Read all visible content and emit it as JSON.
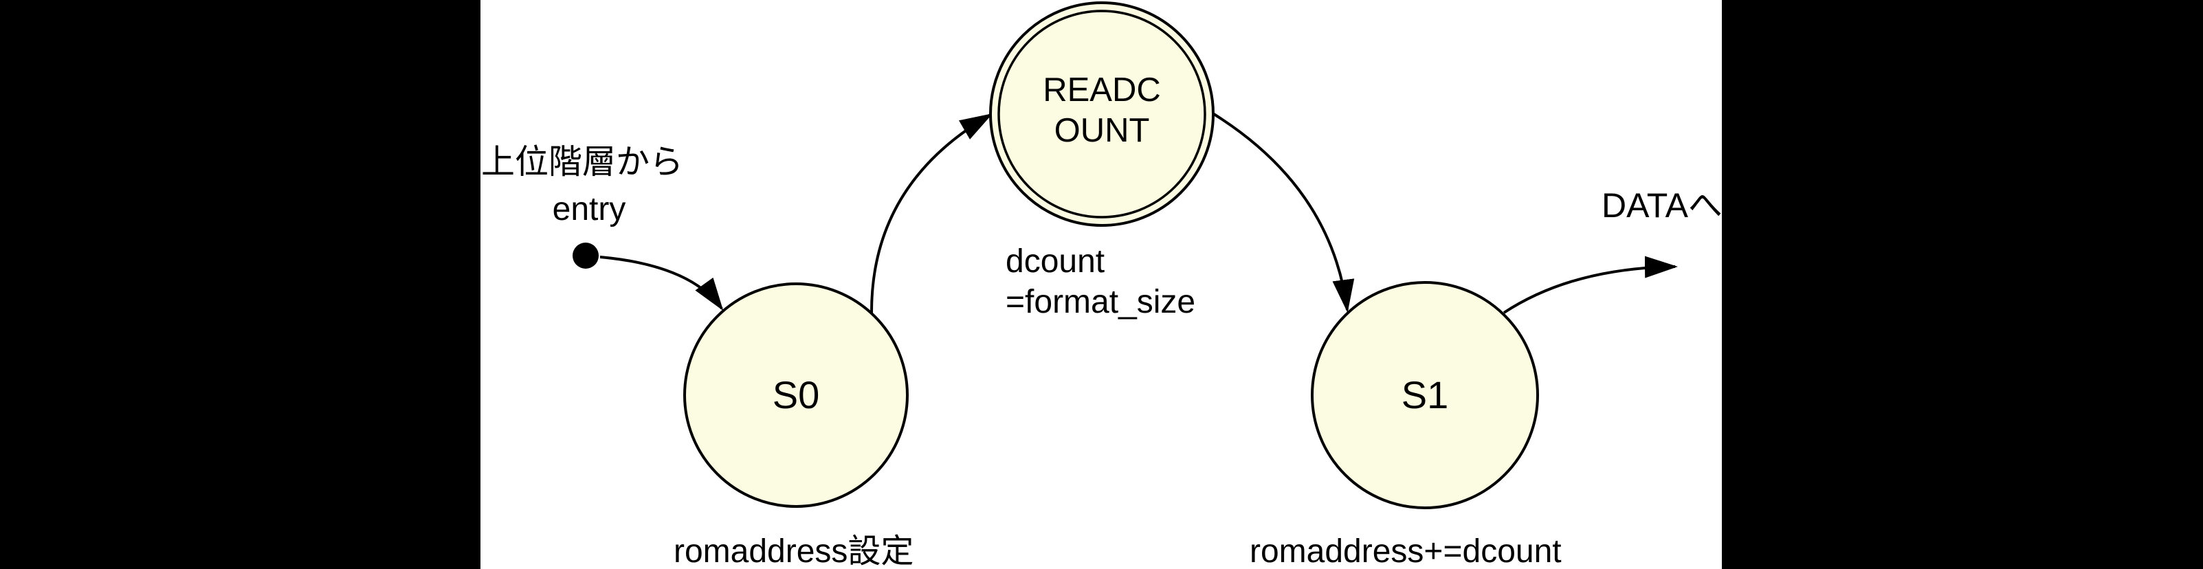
{
  "diagram_type": "state-machine",
  "colors": {
    "background": "#FFFFFF",
    "letterbox": "#000000",
    "state_fill": "#FCFCE2",
    "stroke": "#000000"
  },
  "entry": {
    "source_label": "上位階層から",
    "event_label": "entry"
  },
  "states": {
    "s0": {
      "name": "S0",
      "action": "romaddress設定"
    },
    "readcount": {
      "name_line1": "READC",
      "name_line2": "OUNT"
    },
    "s1": {
      "name": "S1",
      "action": "romaddress+=dcount"
    }
  },
  "transitions": {
    "readcount_to_s1": {
      "label_line1": "dcount",
      "label_line2": "=format_size"
    },
    "s1_exit": {
      "destination_label": "DATAへ"
    }
  }
}
